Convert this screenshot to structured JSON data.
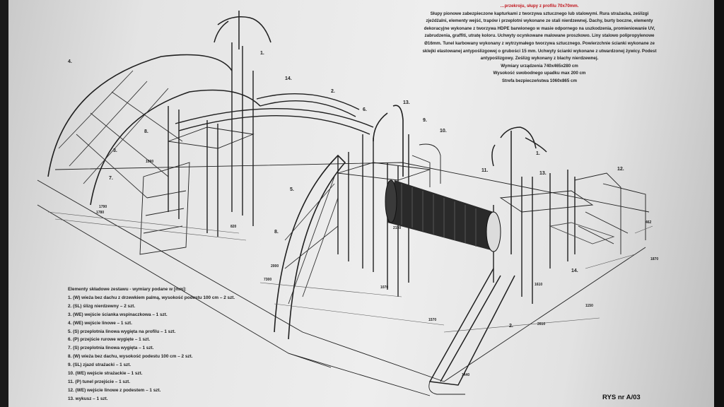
{
  "spec_text": {
    "line_top": "…przekroju, słupy z profilu 70x70mm.",
    "lines": [
      "Słupy pionowe zabezpieczone kapturkami z tworzywa sztucznego lub stalowymi. Rura strażacka, ześlizgi",
      "zjeżdżalni, elementy wejść, trapów i przeplotni wykonane ze stali nierdzewnej. Dachy, burty boczne, elementy",
      "dekoracyjne wykonane z tworzywa HDPE barwionego w masie odpornego na uszkodzenia, promieniowanie UV,",
      "zabrudzenia, graffiti, utratę koloru. Uchwyty ocynkowane malowane proszkowo. Liny stalowo polipropylenowe",
      "Ø16mm. Tunel karbowany wykonany z wytrzymałego tworzywa sztucznego. Powierzchnie ścianki wykonane ze",
      "sklejki elastowanej antypoślizgowej o grubości 15 mm. Uchwyty ścianki wykonane z utwardzonej żywicy. Podest",
      "antypoślizgowy. Ześlizg wykonany z blachy nierdzewnej.",
      "Wymiary urządzenia 740x465x280 cm",
      "Wysokość swobodnego upadku max 200 cm",
      "Strefa bezpieczeństwa 1060x865 cm"
    ]
  },
  "legend": {
    "title": "Elementy składowe zestawu - wymiary podane w [mm]:",
    "items": [
      "1. (W) wieża bez dachu z drzewkiem palmą, wysokość podestu 100 cm – 2 szt.",
      "2. (SL) ślizg nierdzewny – 2 szt.",
      "3. (WE) wejście ścianka wspinaczkowa – 1 szt.",
      "4. (WE) wejście linowe – 1 szt.",
      "5. (S) przeplotnia linowa wygięta na profilu – 1 szt.",
      "6. (P) przejście rurowe wygięte – 1 szt.",
      "7. (S) przeplotnia linowa wygięta – 1 szt.",
      "8. (W) wieża bez dachu, wysokość podestu 100 cm – 2 szt.",
      "9. (SL) zjazd strażacki – 1 szt.",
      "10. (WE) wejście strażackie – 1 szt.",
      "11. (P) tunel przejście – 1 szt.",
      "12. (WE) wejście linowe z podestem – 1 szt.",
      "13. wykusz – 1 szt."
    ]
  },
  "part_labels": [
    "1.",
    "1.",
    "2.",
    "2.",
    "3.",
    "4.",
    "5.",
    "6.",
    "7.",
    "8.",
    "8.",
    "9.",
    "10.",
    "11.",
    "12.",
    "13.",
    "13.",
    "14.",
    "14."
  ],
  "dimension_labels": [
    "1790",
    "1780",
    "2000",
    "7300",
    "1570",
    "1440",
    "2610",
    "1150",
    "1070",
    "820",
    "1610",
    "2150",
    "1870",
    "462",
    "1090"
  ],
  "sheet_label": "RYS nr A/03",
  "colors": {
    "line": "#1f1f1f",
    "text_red": "#c0141b",
    "paper": "#e9e9e9",
    "tunnel": "#2a2a2a"
  }
}
